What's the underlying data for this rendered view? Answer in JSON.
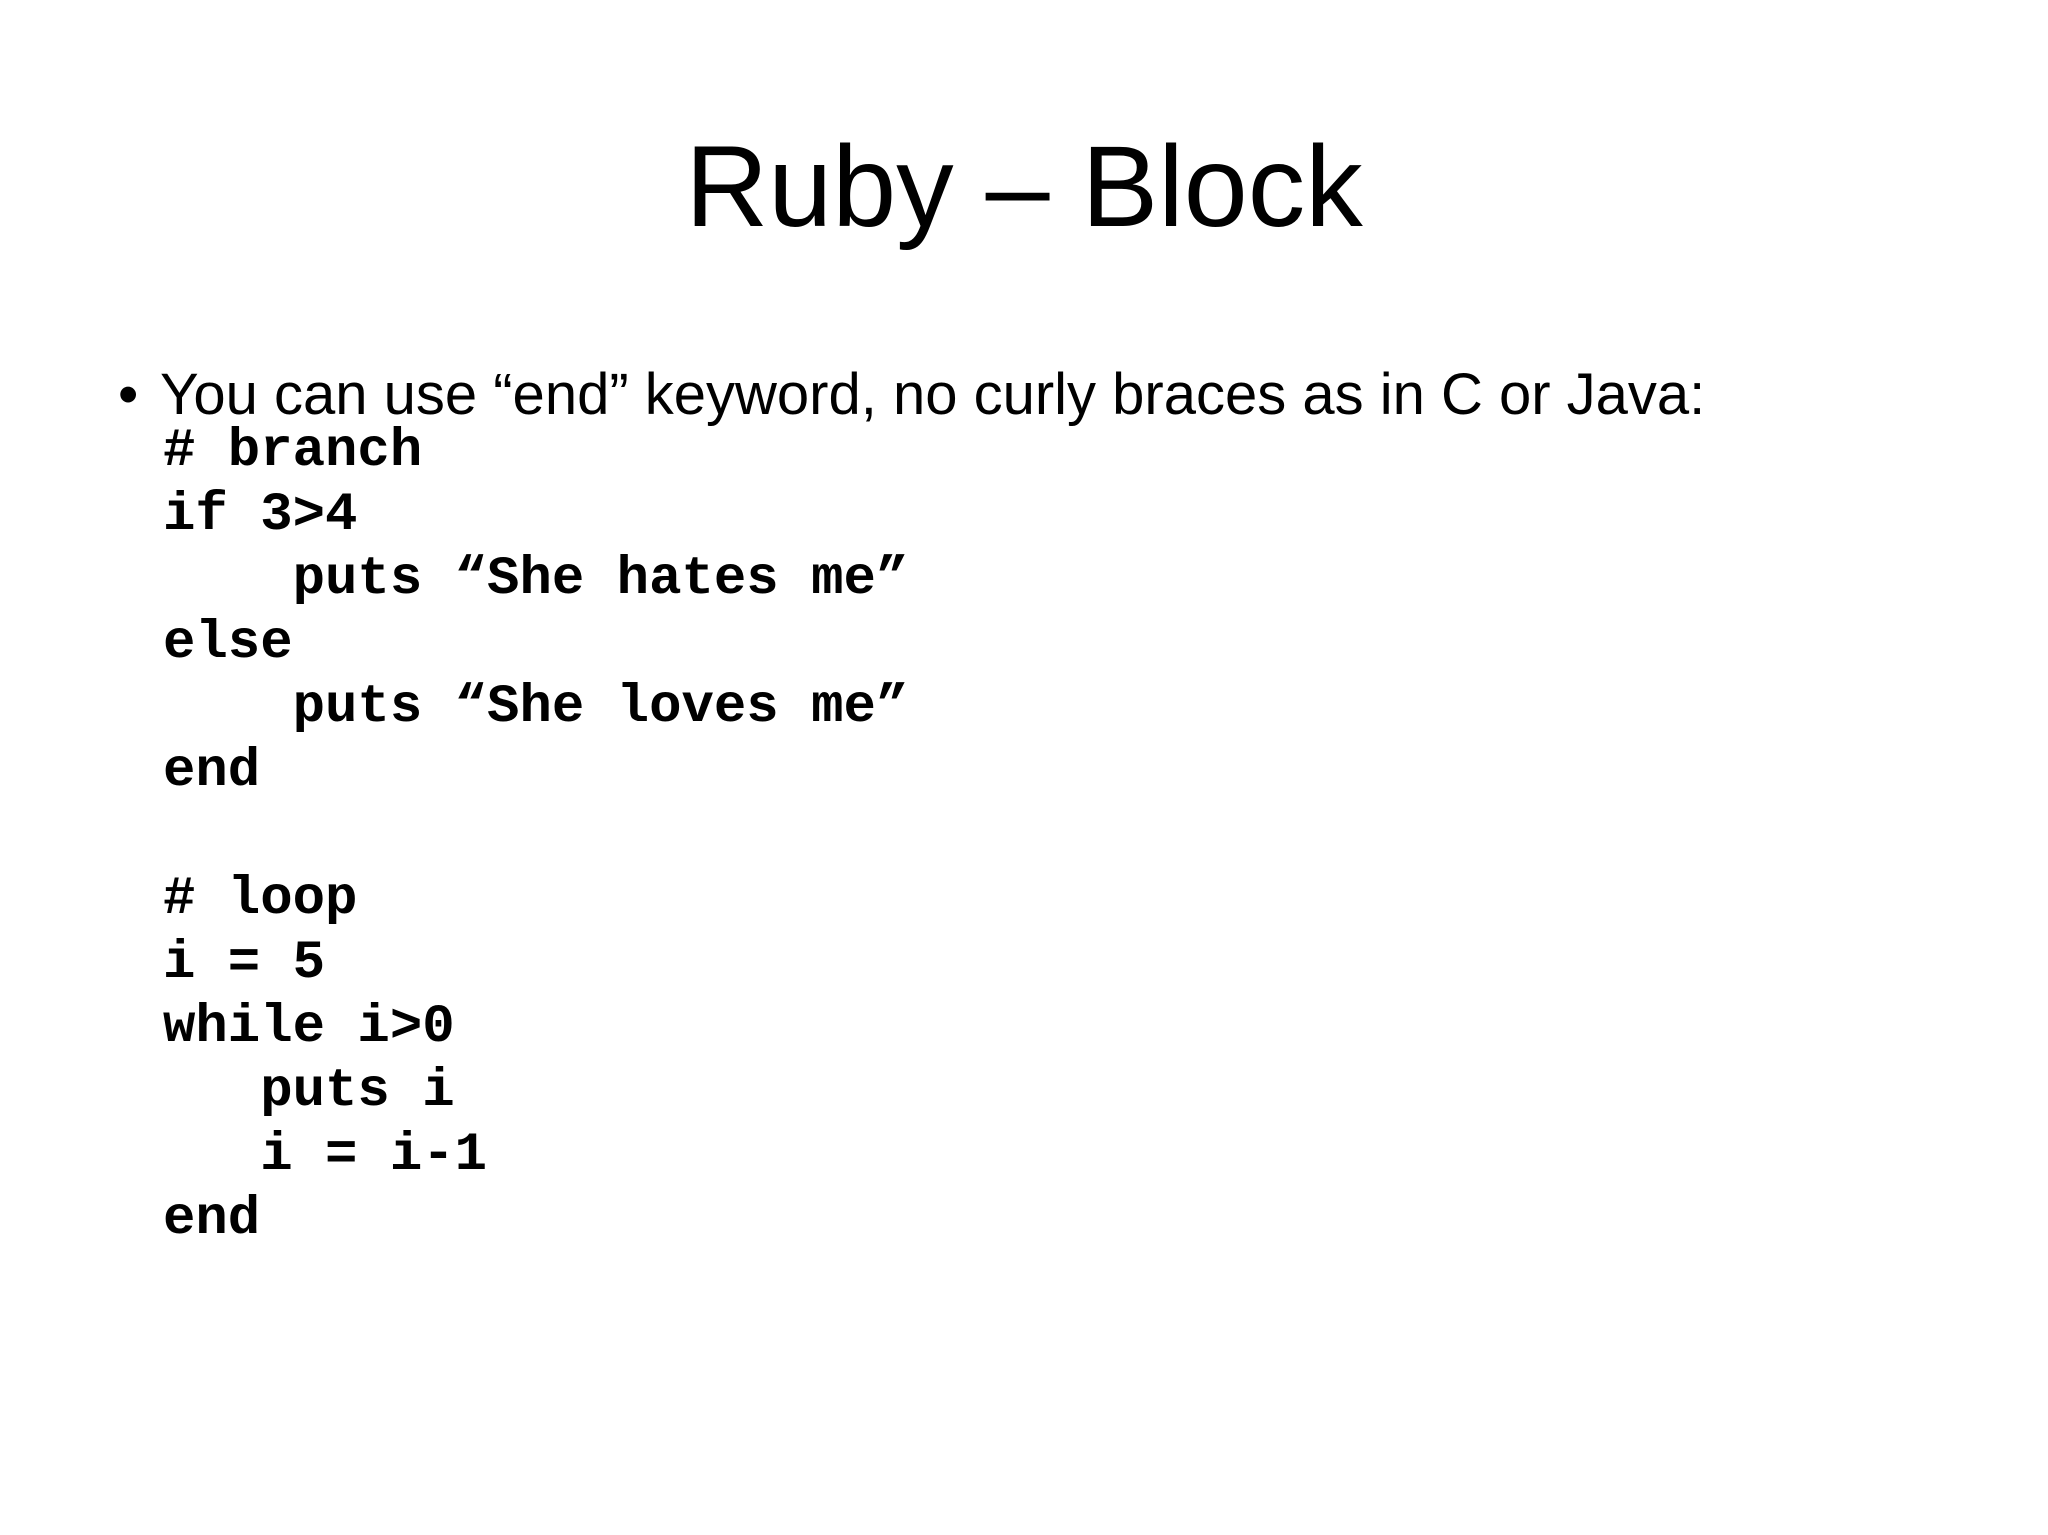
{
  "colors": {
    "background": "#ffffff",
    "text": "#000000"
  },
  "slide": {
    "title": "Ruby – Block",
    "bullet": {
      "marker": "•",
      "text": "You can use “end” keyword, no curly braces as in C or Java:"
    },
    "code": {
      "branch": "# branch\nif 3>4\n    puts “She hates me”\nelse\n    puts “She loves me”\nend",
      "loop": "# loop\ni = 5\nwhile i>0\n   puts i\n   i = i-1\nend"
    }
  }
}
